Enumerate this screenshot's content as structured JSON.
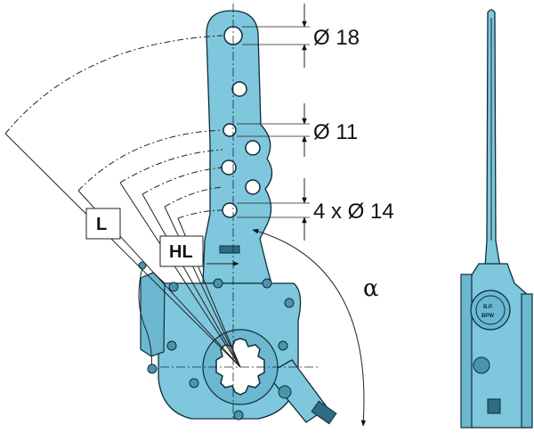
{
  "dimensions": {
    "hole_large": "Ø 18",
    "hole_small": "Ø 11",
    "hole_array": "4 x Ø 14",
    "angle_symbol": "α"
  },
  "labels": {
    "lever_length": "L",
    "hole_lever": "HL"
  },
  "side_view": {
    "brand_top": "B.P.",
    "brand_bottom": "BPW"
  },
  "colors": {
    "part_fill": "#7fc7dd",
    "outline": "#0d2d3a"
  }
}
